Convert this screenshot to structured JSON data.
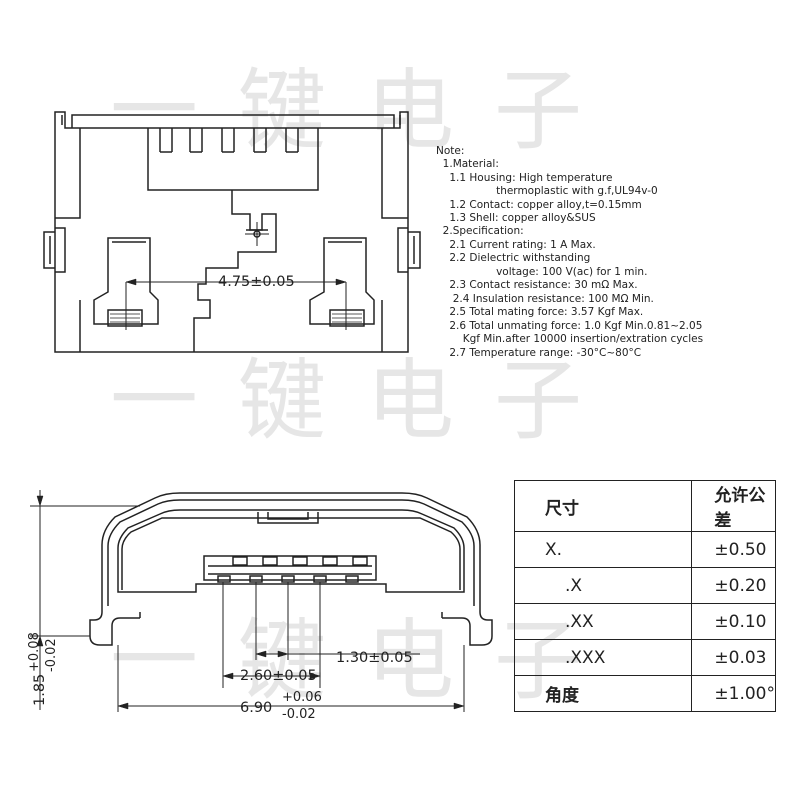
{
  "watermark": "一键电子",
  "dimensions": {
    "pitch_top": "4.75±0.05",
    "pitch_small": "1.30±0.05",
    "pitch_mid": "2.60±0.05",
    "width_base": "6.90",
    "width_plus": "+0.06",
    "width_minus": "-0.02",
    "height_base": "1.85",
    "height_plus": "+0.08",
    "height_minus": "-0.02"
  },
  "notes": [
    "Note:",
    "  1.Material:",
    "    1.1 Housing: High temperature",
    "                  thermoplastic with g.f,UL94v-0",
    "    1.2 Contact: copper alloy,t=0.15mm",
    "    1.3 Shell: copper alloy&SUS",
    "  2.Specification:",
    "    2.1 Current rating: 1 A Max.",
    "    2.2 Dielectric withstanding",
    "                  voltage: 100 V(ac) for 1 min.",
    "    2.3 Contact resistance: 30 mΩ Max.",
    "     2.4 Insulation resistance: 100 MΩ Min.",
    "    2.5 Total mating force: 3.57 Kgf Max.",
    "    2.6 Total unmating force: 1.0 Kgf Min.0.81~2.05",
    "        Kgf Min.after 10000 insertion/extration cycles",
    "    2.7 Temperature range: -30°C~80°C"
  ],
  "tolerance_table": {
    "header": [
      "尺寸",
      "允许公差"
    ],
    "rows": [
      [
        "X.",
        "±0.50"
      ],
      [
        ".X",
        "±0.20"
      ],
      [
        ".XX",
        "±0.10"
      ],
      [
        ".XXX",
        "±0.03"
      ],
      [
        "角度",
        "±1.00°"
      ]
    ]
  }
}
